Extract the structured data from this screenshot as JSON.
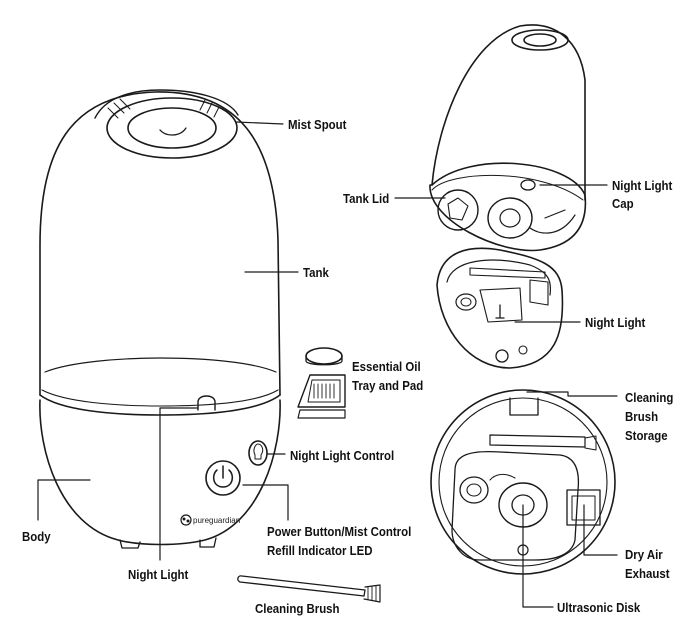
{
  "labels": {
    "mist_spout": "Mist Spout",
    "tank": "Tank",
    "tank_lid": "Tank Lid",
    "night_light_cap_1": "Night Light",
    "night_light_cap_2": "Cap",
    "night_light_right": "Night Light",
    "essential_oil_1": "Essential Oil",
    "essential_oil_2": "Tray and Pad",
    "night_light_control": "Night Light Control",
    "body": "Body",
    "power_button_1": "Power Button/Mist Control",
    "power_button_2": "Refill Indicator LED",
    "night_light_left": "Night Light",
    "cleaning_brush": "Cleaning Brush",
    "cleaning_brush_storage_1": "Cleaning",
    "cleaning_brush_storage_2": "Brush",
    "cleaning_brush_storage_3": "Storage",
    "dry_air_exhaust_1": "Dry Air",
    "dry_air_exhaust_2": "Exhaust",
    "ultrasonic_disk": "Ultrasonic Disk"
  },
  "logo": {
    "text": "pureguardian"
  }
}
